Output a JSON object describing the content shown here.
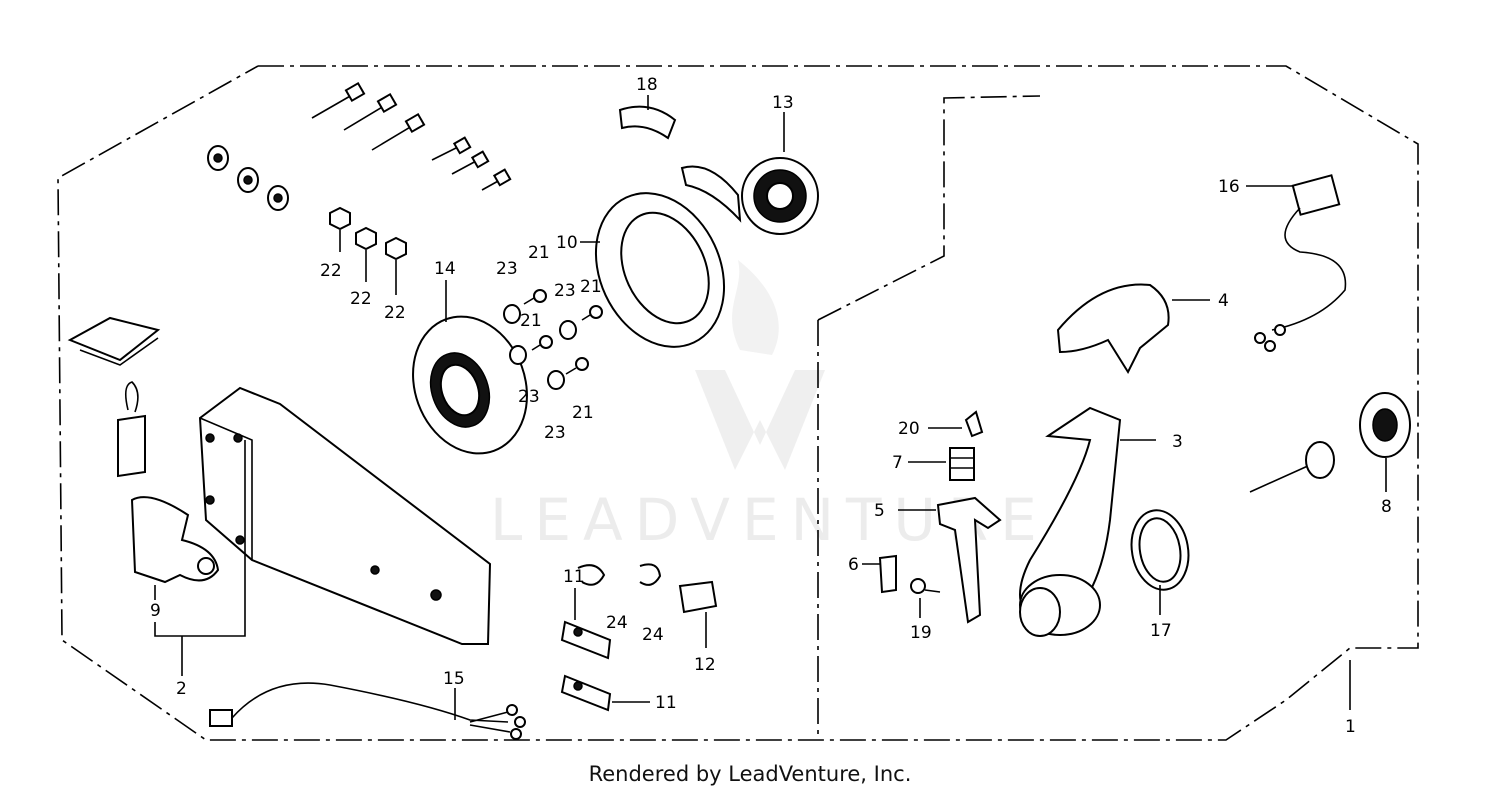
{
  "watermark": {
    "text": "LEADVENTURE"
  },
  "footer": {
    "text": "Rendered by LeadVenture, Inc."
  },
  "callouts": {
    "c1": "1",
    "c2": "2",
    "c3": "3",
    "c4": "4",
    "c5": "5",
    "c6": "6",
    "c7": "7",
    "c8": "8",
    "c9": "9",
    "c10": "10",
    "c11a": "11",
    "c11b": "11",
    "c12": "12",
    "c13": "13",
    "c14": "14",
    "c15": "15",
    "c16": "16",
    "c17": "17",
    "c18": "18",
    "c19": "19",
    "c20": "20",
    "c21a": "21",
    "c21b": "21",
    "c21c": "21",
    "c21d": "21",
    "c22a": "22",
    "c22b": "22",
    "c22c": "22",
    "c23a": "23",
    "c23b": "23",
    "c23c": "23",
    "c23d": "23",
    "c24a": "24",
    "c24b": "24"
  }
}
